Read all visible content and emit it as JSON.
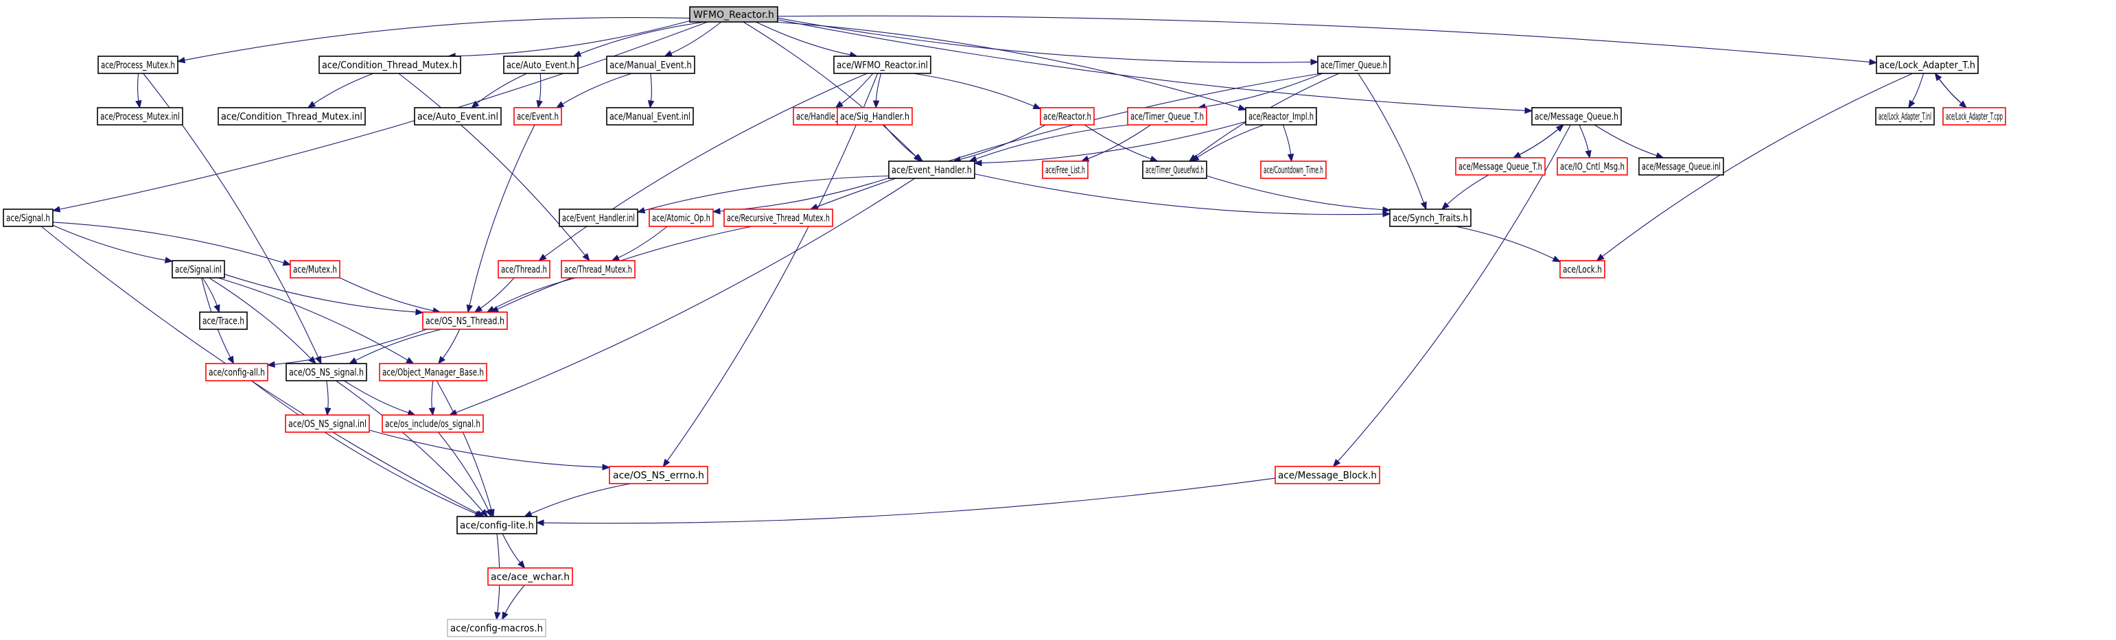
{
  "diagram": {
    "title": "WFMO_Reactor.h include dependency graph",
    "colors": {
      "edge": "#191970",
      "root_fill": "#bfbfbf",
      "normal_border": "#000000",
      "truncated_border": "#ff0000",
      "external_border": "#bfbfbf"
    },
    "nodes": [
      {
        "id": "root",
        "label": "WFMO_Reactor.h",
        "kind": "root"
      },
      {
        "id": "process_mutex_h",
        "label": "ace/Process_Mutex.h",
        "kind": "normal"
      },
      {
        "id": "condition_thread_mutex_h",
        "label": "ace/Condition_Thread_Mutex.h",
        "kind": "normal"
      },
      {
        "id": "auto_event_h",
        "label": "ace/Auto_Event.h",
        "kind": "normal"
      },
      {
        "id": "manual_event_h",
        "label": "ace/Manual_Event.h",
        "kind": "normal"
      },
      {
        "id": "wfmo_reactor_inl",
        "label": "ace/WFMO_Reactor.inl",
        "kind": "normal"
      },
      {
        "id": "timer_queue_h",
        "label": "ace/Timer_Queue.h",
        "kind": "normal"
      },
      {
        "id": "lock_adapter_t_h",
        "label": "ace/Lock_Adapter_T.h",
        "kind": "normal"
      },
      {
        "id": "process_mutex_inl",
        "label": "ace/Process_Mutex.inl",
        "kind": "normal"
      },
      {
        "id": "condition_thread_mutex_inl",
        "label": "ace/Condition_Thread_Mutex.inl",
        "kind": "normal"
      },
      {
        "id": "auto_event_inl",
        "label": "ace/Auto_Event.inl",
        "kind": "normal"
      },
      {
        "id": "event_h",
        "label": "ace/Event.h",
        "kind": "truncated"
      },
      {
        "id": "manual_event_inl",
        "label": "ace/Manual_Event.inl",
        "kind": "normal"
      },
      {
        "id": "handle_set_h",
        "label": "ace/Handle_Set.h",
        "kind": "truncated"
      },
      {
        "id": "sig_handler_h",
        "label": "ace/Sig_Handler.h",
        "kind": "truncated"
      },
      {
        "id": "reactor_h",
        "label": "ace/Reactor.h",
        "kind": "truncated"
      },
      {
        "id": "timer_queue_t_h",
        "label": "ace/Timer_Queue_T.h",
        "kind": "truncated"
      },
      {
        "id": "reactor_impl_h",
        "label": "ace/Reactor_Impl.h",
        "kind": "normal"
      },
      {
        "id": "message_queue_h",
        "label": "ace/Message_Queue.h",
        "kind": "normal"
      },
      {
        "id": "lock_adapter_t_inl",
        "label": "ace/Lock_Adapter_T.inl",
        "kind": "normal"
      },
      {
        "id": "lock_adapter_t_cpp",
        "label": "ace/Lock_Adapter_T.cpp",
        "kind": "truncated"
      },
      {
        "id": "event_handler_h",
        "label": "ace/Event_Handler.h",
        "kind": "normal"
      },
      {
        "id": "free_list_h",
        "label": "ace/Free_List.h",
        "kind": "truncated"
      },
      {
        "id": "timer_queuefwd_h",
        "label": "ace/Timer_Queuefwd.h",
        "kind": "normal"
      },
      {
        "id": "countdown_time_h",
        "label": "ace/Countdown_Time.h",
        "kind": "truncated"
      },
      {
        "id": "message_queue_t_h",
        "label": "ace/Message_Queue_T.h",
        "kind": "truncated"
      },
      {
        "id": "io_cntl_msg_h",
        "label": "ace/IO_Cntl_Msg.h",
        "kind": "truncated"
      },
      {
        "id": "message_queue_inl",
        "label": "ace/Message_Queue.inl",
        "kind": "normal"
      },
      {
        "id": "signal_h",
        "label": "ace/Signal.h",
        "kind": "normal"
      },
      {
        "id": "event_handler_inl",
        "label": "ace/Event_Handler.inl",
        "kind": "normal"
      },
      {
        "id": "atomic_op_h",
        "label": "ace/Atomic_Op.h",
        "kind": "truncated"
      },
      {
        "id": "recursive_thread_mutex_h",
        "label": "ace/Recursive_Thread_Mutex.h",
        "kind": "truncated"
      },
      {
        "id": "synch_traits_h",
        "label": "ace/Synch_Traits.h",
        "kind": "normal"
      },
      {
        "id": "signal_inl",
        "label": "ace/Signal.inl",
        "kind": "normal"
      },
      {
        "id": "mutex_h",
        "label": "ace/Mutex.h",
        "kind": "truncated"
      },
      {
        "id": "thread_h",
        "label": "ace/Thread.h",
        "kind": "truncated"
      },
      {
        "id": "thread_mutex_h",
        "label": "ace/Thread_Mutex.h",
        "kind": "truncated"
      },
      {
        "id": "lock_h",
        "label": "ace/Lock.h",
        "kind": "truncated"
      },
      {
        "id": "trace_h",
        "label": "ace/Trace.h",
        "kind": "normal"
      },
      {
        "id": "os_ns_thread_h",
        "label": "ace/OS_NS_Thread.h",
        "kind": "truncated"
      },
      {
        "id": "config_all_h",
        "label": "ace/config-all.h",
        "kind": "truncated"
      },
      {
        "id": "os_ns_signal_h",
        "label": "ace/OS_NS_signal.h",
        "kind": "normal"
      },
      {
        "id": "object_manager_base_h",
        "label": "ace/Object_Manager_Base.h",
        "kind": "truncated"
      },
      {
        "id": "os_ns_signal_inl",
        "label": "ace/OS_NS_signal.inl",
        "kind": "truncated"
      },
      {
        "id": "os_signal_h",
        "label": "ace/os_include/os_signal.h",
        "kind": "truncated"
      },
      {
        "id": "os_ns_errno_h",
        "label": "ace/OS_NS_errno.h",
        "kind": "truncated"
      },
      {
        "id": "message_block_h",
        "label": "ace/Message_Block.h",
        "kind": "truncated"
      },
      {
        "id": "config_lite_h",
        "label": "ace/config-lite.h",
        "kind": "normal"
      },
      {
        "id": "ace_wchar_h",
        "label": "ace/ace_wchar.h",
        "kind": "truncated"
      },
      {
        "id": "config_macros_h",
        "label": "ace/config-macros.h",
        "kind": "external"
      }
    ],
    "edges": [
      [
        "root",
        "signal_h"
      ],
      [
        "root",
        "process_mutex_h"
      ],
      [
        "root",
        "condition_thread_mutex_h"
      ],
      [
        "root",
        "auto_event_h"
      ],
      [
        "root",
        "manual_event_h"
      ],
      [
        "root",
        "wfmo_reactor_inl"
      ],
      [
        "root",
        "event_handler_h"
      ],
      [
        "root",
        "timer_queue_h"
      ],
      [
        "root",
        "reactor_impl_h"
      ],
      [
        "root",
        "message_queue_h"
      ],
      [
        "root",
        "lock_adapter_t_h"
      ],
      [
        "process_mutex_h",
        "process_mutex_inl"
      ],
      [
        "process_mutex_h",
        "os_ns_signal_h"
      ],
      [
        "condition_thread_mutex_h",
        "condition_thread_mutex_inl"
      ],
      [
        "condition_thread_mutex_h",
        "thread_mutex_h"
      ],
      [
        "auto_event_h",
        "auto_event_inl"
      ],
      [
        "auto_event_h",
        "event_h"
      ],
      [
        "manual_event_h",
        "event_h"
      ],
      [
        "manual_event_h",
        "manual_event_inl"
      ],
      [
        "event_h",
        "os_ns_thread_h"
      ],
      [
        "wfmo_reactor_inl",
        "handle_set_h"
      ],
      [
        "wfmo_reactor_inl",
        "sig_handler_h"
      ],
      [
        "wfmo_reactor_inl",
        "reactor_h"
      ],
      [
        "wfmo_reactor_inl",
        "thread_h"
      ],
      [
        "wfmo_reactor_inl",
        "os_ns_errno_h"
      ],
      [
        "sig_handler_h",
        "event_handler_h"
      ],
      [
        "reactor_h",
        "event_handler_h"
      ],
      [
        "reactor_h",
        "timer_queuefwd_h"
      ],
      [
        "timer_queue_h",
        "timer_queue_t_h"
      ],
      [
        "timer_queue_h",
        "timer_queuefwd_h"
      ],
      [
        "timer_queue_h",
        "synch_traits_h"
      ],
      [
        "timer_queue_h",
        "recursive_thread_mutex_h"
      ],
      [
        "timer_queue_t_h",
        "free_list_h"
      ],
      [
        "timer_queue_t_h",
        "event_handler_h"
      ],
      [
        "reactor_impl_h",
        "event_handler_h"
      ],
      [
        "reactor_impl_h",
        "timer_queuefwd_h"
      ],
      [
        "reactor_impl_h",
        "countdown_time_h"
      ],
      [
        "event_handler_h",
        "event_handler_inl"
      ],
      [
        "event_handler_h",
        "atomic_op_h"
      ],
      [
        "event_handler_h",
        "synch_traits_h"
      ],
      [
        "event_handler_h",
        "os_signal_h"
      ],
      [
        "timer_queuefwd_h",
        "synch_traits_h"
      ],
      [
        "lock_adapter_t_h",
        "lock_adapter_t_inl"
      ],
      [
        "lock_adapter_t_h",
        "lock_adapter_t_cpp"
      ],
      [
        "lock_adapter_t_cpp",
        "lock_adapter_t_h"
      ],
      [
        "lock_adapter_t_h",
        "lock_h"
      ],
      [
        "message_queue_h",
        "message_queue_t_h"
      ],
      [
        "message_queue_t_h",
        "message_queue_h"
      ],
      [
        "message_queue_h",
        "io_cntl_msg_h"
      ],
      [
        "message_queue_h",
        "message_queue_inl"
      ],
      [
        "message_queue_h",
        "message_block_h"
      ],
      [
        "message_queue_t_h",
        "synch_traits_h"
      ],
      [
        "synch_traits_h",
        "lock_h"
      ],
      [
        "signal_h",
        "signal_inl"
      ],
      [
        "signal_h",
        "mutex_h"
      ],
      [
        "signal_h",
        "config_lite_h"
      ],
      [
        "atomic_op_h",
        "thread_mutex_h"
      ],
      [
        "recursive_thread_mutex_h",
        "os_ns_thread_h"
      ],
      [
        "signal_inl",
        "trace_h"
      ],
      [
        "signal_inl",
        "config_all_h"
      ],
      [
        "signal_inl",
        "os_ns_signal_h"
      ],
      [
        "signal_inl",
        "os_ns_thread_h"
      ],
      [
        "signal_inl",
        "object_manager_base_h"
      ],
      [
        "mutex_h",
        "os_ns_thread_h"
      ],
      [
        "thread_h",
        "os_ns_thread_h"
      ],
      [
        "thread_mutex_h",
        "os_ns_thread_h"
      ],
      [
        "os_ns_thread_h",
        "config_all_h"
      ],
      [
        "os_ns_thread_h",
        "os_ns_signal_h"
      ],
      [
        "os_ns_thread_h",
        "object_manager_base_h"
      ],
      [
        "config_all_h",
        "config_lite_h"
      ],
      [
        "os_ns_signal_h",
        "os_ns_signal_inl"
      ],
      [
        "os_ns_signal_h",
        "os_signal_h"
      ],
      [
        "os_ns_signal_h",
        "config_lite_h"
      ],
      [
        "object_manager_base_h",
        "os_signal_h"
      ],
      [
        "object_manager_base_h",
        "config_lite_h"
      ],
      [
        "os_ns_signal_inl",
        "os_ns_errno_h"
      ],
      [
        "os_signal_h",
        "config_lite_h"
      ],
      [
        "os_ns_errno_h",
        "config_lite_h"
      ],
      [
        "message_block_h",
        "config_lite_h"
      ],
      [
        "config_lite_h",
        "ace_wchar_h"
      ],
      [
        "config_lite_h",
        "config_macros_h"
      ],
      [
        "ace_wchar_h",
        "config_macros_h"
      ]
    ]
  }
}
